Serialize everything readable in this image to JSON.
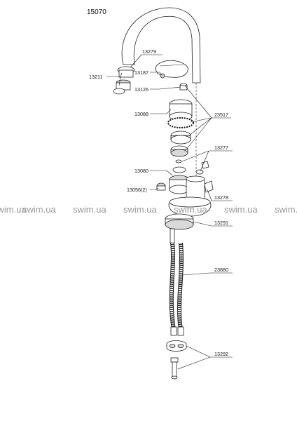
{
  "diagram": {
    "model_number": "15070",
    "watermark": "swim.ua",
    "part_labels": [
      "13279",
      "13211",
      "13187",
      "13126",
      "13088",
      "23517",
      "13277",
      "13080",
      "13056(2)",
      "13278",
      "13291",
      "23880",
      "13292"
    ]
  }
}
